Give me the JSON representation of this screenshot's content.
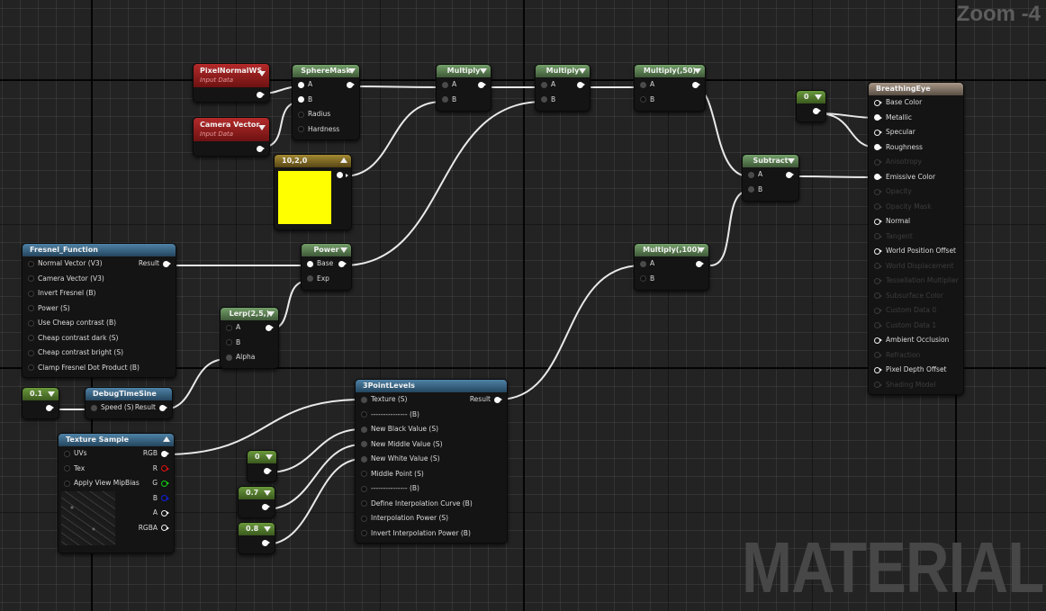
{
  "editor": {
    "zoom_label": "Zoom -4",
    "watermark": "MATERIAL"
  },
  "nodes": {
    "pixel_normal_ws": {
      "title": "PixelNormalWS",
      "subtitle": "Input Data"
    },
    "camera_vector": {
      "title": "Camera Vector",
      "subtitle": "Input Data"
    },
    "sphere_mask": {
      "title": "SphereMask",
      "pins": [
        "A",
        "B",
        "Radius",
        "Hardness"
      ]
    },
    "multiply_1": {
      "title": "Multiply",
      "pins": [
        "A",
        "B"
      ]
    },
    "multiply_2": {
      "title": "Multiply",
      "pins": [
        "A",
        "B"
      ]
    },
    "multiply_50": {
      "title": "Multiply(,50)",
      "pins": [
        "A",
        "B"
      ]
    },
    "subtract": {
      "title": "Subtract",
      "pins": [
        "A",
        "B"
      ]
    },
    "multiply_100": {
      "title": "Multiply(,100)",
      "pins": [
        "A",
        "B"
      ]
    },
    "constant_zero_top": {
      "title": "0"
    },
    "color_constant": {
      "title": "10,2,0",
      "color": "#ffff00"
    },
    "power": {
      "title": "Power",
      "pins": [
        "Base",
        "Exp"
      ]
    },
    "lerp": {
      "title": "Lerp(2,5,)",
      "pins": [
        "A",
        "B",
        "Alpha"
      ]
    },
    "fresnel_function": {
      "title": "Fresnel_Function",
      "output": "Result",
      "pins": [
        "Normal Vector (V3)",
        "Camera Vector (V3)",
        "Invert Fresnel (B)",
        "Power (S)",
        "Use Cheap contrast (B)",
        "Cheap contrast dark (S)",
        "Cheap contrast bright (S)",
        "Clamp Fresnel Dot Product (B)"
      ]
    },
    "constant_0_1": {
      "title": "0.1"
    },
    "debug_time_sine": {
      "title": "DebugTimeSine",
      "input": "Speed (S)",
      "output": "Result"
    },
    "texture_sample": {
      "title": "Texture Sample",
      "inputs": [
        "UVs",
        "Tex",
        "Apply View MipBias"
      ],
      "outputs": [
        "RGB",
        "R",
        "G",
        "B",
        "A",
        "RGBA"
      ]
    },
    "constant_0": {
      "title": "0"
    },
    "constant_0_7": {
      "title": "0.7"
    },
    "constant_0_8": {
      "title": "0.8"
    },
    "three_point_levels": {
      "title": "3PointLevels",
      "output": "Result",
      "pins": [
        "Texture (S)",
        "--------------- (B)",
        "New Black Value (S)",
        "New Middle Value (S)",
        "New White Value (S)",
        "Middle Point (S)",
        "--------------- (B)",
        "Define Interpolation Curve (B)",
        "Interpolation Power (S)",
        "Invert Interpolation Power (B)"
      ]
    },
    "breathing_eye": {
      "title": "BreathingEye",
      "pins": [
        {
          "label": "Base Color",
          "active": true,
          "connected": false
        },
        {
          "label": "Metallic",
          "active": true,
          "connected": true
        },
        {
          "label": "Specular",
          "active": true,
          "connected": false
        },
        {
          "label": "Roughness",
          "active": true,
          "connected": true
        },
        {
          "label": "Anisotropy",
          "active": false,
          "connected": false
        },
        {
          "label": "Emissive Color",
          "active": true,
          "connected": true
        },
        {
          "label": "Opacity",
          "active": false,
          "connected": false
        },
        {
          "label": "Opacity Mask",
          "active": false,
          "connected": false
        },
        {
          "label": "Normal",
          "active": true,
          "connected": false
        },
        {
          "label": "Tangent",
          "active": false,
          "connected": false
        },
        {
          "label": "World Position Offset",
          "active": true,
          "connected": false
        },
        {
          "label": "World Displacement",
          "active": false,
          "connected": false
        },
        {
          "label": "Tessellation Multiplier",
          "active": false,
          "connected": false
        },
        {
          "label": "Subsurface Color",
          "active": false,
          "connected": false
        },
        {
          "label": "Custom Data 0",
          "active": false,
          "connected": false
        },
        {
          "label": "Custom Data 1",
          "active": false,
          "connected": false
        },
        {
          "label": "Ambient Occlusion",
          "active": true,
          "connected": false
        },
        {
          "label": "Refraction",
          "active": false,
          "connected": false
        },
        {
          "label": "Pixel Depth Offset",
          "active": true,
          "connected": false
        },
        {
          "label": "Shading Model",
          "active": false,
          "connected": false
        }
      ]
    }
  }
}
